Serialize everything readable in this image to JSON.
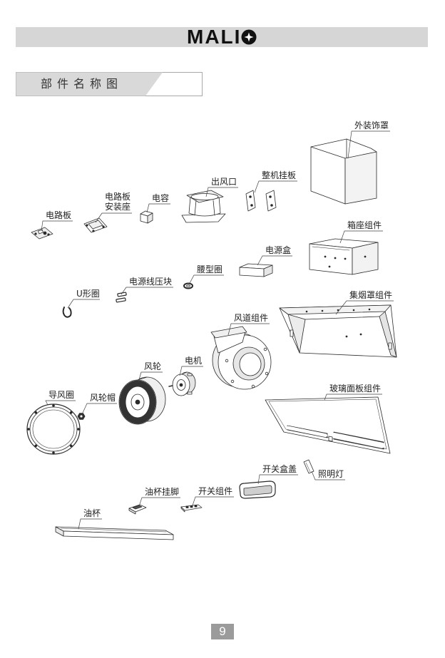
{
  "header": {
    "logo": "MALIO"
  },
  "section_title": "部件名称图",
  "parts": [
    {
      "label": "外装饰罩"
    },
    {
      "label": "整机挂板"
    },
    {
      "label": "出风口"
    },
    {
      "label": "电容"
    },
    {
      "label_line1": "电路板",
      "label_line2": "安装座"
    },
    {
      "label": "电路板"
    },
    {
      "label": "箱座组件"
    },
    {
      "label": "电源盒"
    },
    {
      "label": "腰型圈"
    },
    {
      "label": "电源线压块"
    },
    {
      "label": "U形圈"
    },
    {
      "label": "集烟罩组件"
    },
    {
      "label": "风道组件"
    },
    {
      "label": "电机"
    },
    {
      "label": "风轮"
    },
    {
      "label": "导风圈"
    },
    {
      "label": "风轮帽"
    },
    {
      "label": "玻璃面板组件"
    },
    {
      "label": "开关盒盖"
    },
    {
      "label": "照明灯"
    },
    {
      "label": "油杯挂脚"
    },
    {
      "label": "开关组件"
    },
    {
      "label": "油杯"
    }
  ],
  "page_number": "9",
  "colors": {
    "header_bar": "#d6d6d6",
    "title_fill": "#d9d9d9",
    "page_number_box": "#9b9b9b",
    "line": "#2a2a2a"
  }
}
